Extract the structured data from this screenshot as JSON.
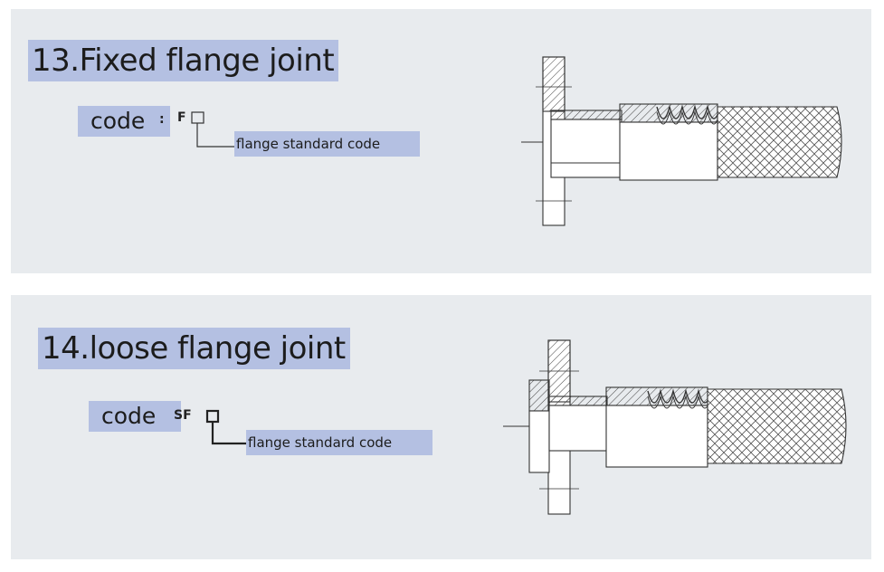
{
  "sections": [
    {
      "title": "13.Fixed flange joint",
      "code_label": "code",
      "code_separator": ":",
      "code_value": "F",
      "standard_label": "flange standard code"
    },
    {
      "title": "14.loose flange joint",
      "code_label": "code",
      "code_value": "SF",
      "standard_label": "flange standard code"
    }
  ],
  "colors": {
    "panel_background": "#e8ebee",
    "label_highlight": "#b4c0e2",
    "line": "#333333"
  },
  "icons": {
    "code_box": "empty-square-icon"
  }
}
